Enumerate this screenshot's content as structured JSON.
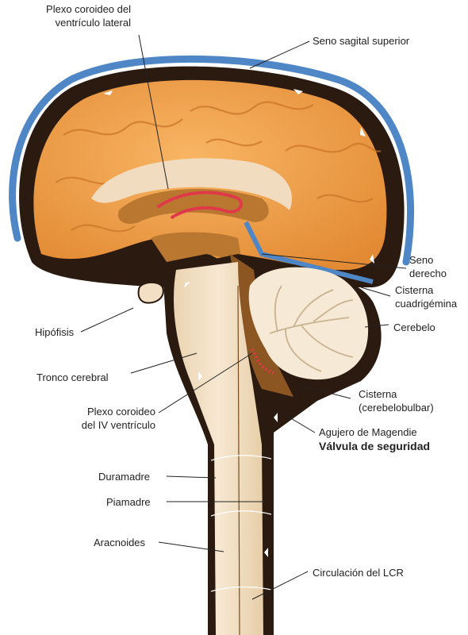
{
  "labels": {
    "plexo_lateral_1": "Plexo coroideo del",
    "plexo_lateral_2": "ventrículo lateral",
    "seno_sagital": "Seno sagital superior",
    "seno_derecho_1": "Seno",
    "seno_derecho_2": "derecho",
    "cisterna_cuad_1": "Cisterna",
    "cisterna_cuad_2": "cuadrigémina",
    "hipofisis": "Hipófisis",
    "cerebelo": "Cerebelo",
    "tronco": "Tronco cerebral",
    "plexo_iv_1": "Plexo coroideo",
    "plexo_iv_2": "del IV ventrículo",
    "cisterna_cb_1": "Cisterna",
    "cisterna_cb_2": "(cerebelobulbar)",
    "magendie": "Agujero de Magendie",
    "valvula": "Válvula de seguridad",
    "duramadre": "Duramadre",
    "piamadre": "Piamadre",
    "aracnoides": "Aracnoides",
    "circulacion": "Circulación del LCR"
  },
  "colors": {
    "brain": "#f4a24c",
    "brain_dark": "#d9832e",
    "csf_space": "#2a1a10",
    "ventricle": "#b9772f",
    "sinus": "#4f86c6",
    "choroid": "#e0384a",
    "cerebellum": "#f6ead6",
    "stem": "#f3e0c4",
    "leader": "#222222"
  }
}
